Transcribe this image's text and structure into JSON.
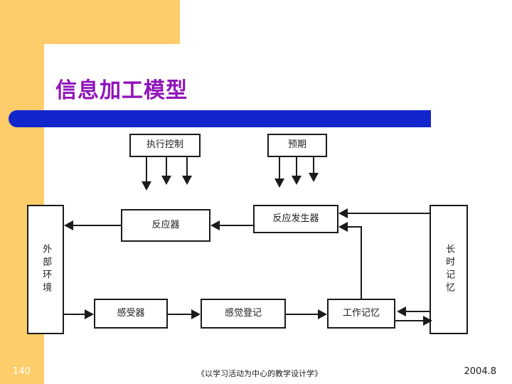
{
  "slide": {
    "title": "信息加工模型",
    "page_number": "140",
    "citation": "《以学习活动为中心的教学设计学》",
    "date": "2004.8",
    "colors": {
      "accent_orange": "#fccd6a",
      "title_purple": "#8f13ba",
      "bar_blue": "#1226ce",
      "diagram_stroke": "#1b1b1b",
      "background": "#ffffff"
    }
  },
  "diagram": {
    "type": "flowchart",
    "name": "information-processing-model",
    "nodes": [
      {
        "id": "exec",
        "label": "执行控制"
      },
      {
        "id": "expect",
        "label": "预期"
      },
      {
        "id": "effect",
        "label": "反应器"
      },
      {
        "id": "respgen",
        "label": "反应发生器"
      },
      {
        "id": "recep",
        "label": "感受器"
      },
      {
        "id": "sensreg",
        "label": "感觉登记"
      },
      {
        "id": "workmem",
        "label": "工作记忆"
      },
      {
        "id": "env",
        "label": "外部环境"
      },
      {
        "id": "ltm",
        "label": "长时记忆"
      }
    ],
    "edges": [
      {
        "from": "env",
        "to": "recep",
        "direction": "right"
      },
      {
        "from": "recep",
        "to": "sensreg",
        "direction": "right"
      },
      {
        "from": "sensreg",
        "to": "workmem",
        "direction": "right"
      },
      {
        "from": "workmem",
        "to": "ltm",
        "direction": "right"
      },
      {
        "from": "ltm",
        "to": "workmem",
        "direction": "left"
      },
      {
        "from": "workmem",
        "to": "respgen",
        "direction": "left"
      },
      {
        "from": "ltm",
        "to": "respgen",
        "direction": "left"
      },
      {
        "from": "respgen",
        "to": "effect",
        "direction": "left"
      },
      {
        "from": "effect",
        "to": "env",
        "direction": "left"
      },
      {
        "from": "exec",
        "to": "processes",
        "direction": "down",
        "count": 3
      },
      {
        "from": "expect",
        "to": "processes",
        "direction": "down",
        "count": 3
      }
    ]
  }
}
